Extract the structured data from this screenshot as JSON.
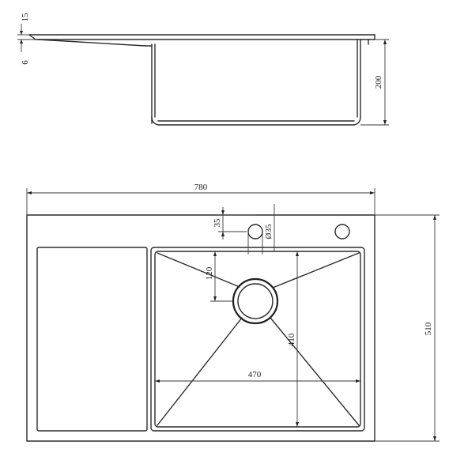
{
  "dimensions": {
    "top_thickness": "15",
    "top_lip": "6",
    "bowl_depth": "200",
    "overall_width": "780",
    "overall_depth": "510",
    "tap_hole_offset": "35",
    "tap_hole_diameter": "Ø35",
    "drain_offset": "120",
    "bowl_width": "470",
    "bowl_length": "410"
  },
  "colors": {
    "line": "#2b2b2b",
    "background": "#ffffff"
  }
}
